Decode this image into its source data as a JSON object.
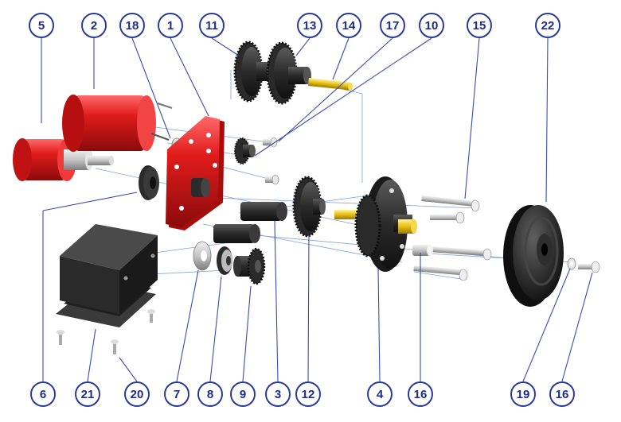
{
  "figure": {
    "callouts": [
      {
        "id": "c5",
        "label": "5"
      },
      {
        "id": "c2",
        "label": "2"
      },
      {
        "id": "c18",
        "label": "18"
      },
      {
        "id": "c1",
        "label": "1"
      },
      {
        "id": "c11",
        "label": "11"
      },
      {
        "id": "c13",
        "label": "13"
      },
      {
        "id": "c14",
        "label": "14"
      },
      {
        "id": "c17",
        "label": "17"
      },
      {
        "id": "c10",
        "label": "10"
      },
      {
        "id": "c15",
        "label": "15"
      },
      {
        "id": "c22",
        "label": "22"
      },
      {
        "id": "c6",
        "label": "6"
      },
      {
        "id": "c21",
        "label": "21"
      },
      {
        "id": "c20",
        "label": "20"
      },
      {
        "id": "c7",
        "label": "7"
      },
      {
        "id": "c8",
        "label": "8"
      },
      {
        "id": "c9",
        "label": "9"
      },
      {
        "id": "c3",
        "label": "3"
      },
      {
        "id": "c12",
        "label": "12"
      },
      {
        "id": "c4",
        "label": "4"
      },
      {
        "id": "c16a",
        "label": "16"
      },
      {
        "id": "c19",
        "label": "19"
      },
      {
        "id": "c16b",
        "label": "16"
      }
    ],
    "colors": {
      "callout_stroke": "#2a3a9a",
      "callout_text": "#1d2b8c",
      "motor_red": "#d41a1a",
      "plate_red": "#e01818",
      "gear_dark": "#2b2b2b",
      "pulley_black": "#1c1c1c",
      "brass": "#e8c21a",
      "metal": "#c9c9c9",
      "box_dark": "#2e2e2e"
    }
  }
}
